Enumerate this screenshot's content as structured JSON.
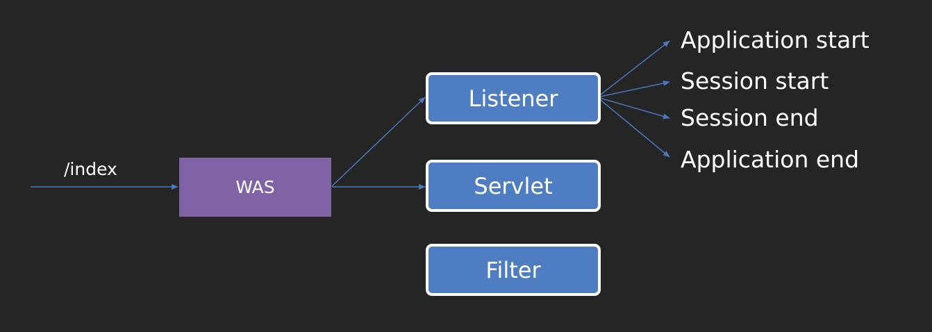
{
  "diagram": {
    "request": {
      "label": "/index"
    },
    "server": {
      "label": "WAS",
      "color": "#8063a5"
    },
    "components": [
      {
        "label": "Listener"
      },
      {
        "label": "Servlet"
      },
      {
        "label": "Filter"
      }
    ],
    "listener_events": [
      {
        "label": "Application start"
      },
      {
        "label": "Session start"
      },
      {
        "label": "Session end"
      },
      {
        "label": "Application end"
      }
    ],
    "colors": {
      "background": "#252525",
      "component_fill": "#4f7dc1",
      "component_border": "#ffffff",
      "arrow": "#4a78bd",
      "text": "#ffffff"
    }
  }
}
